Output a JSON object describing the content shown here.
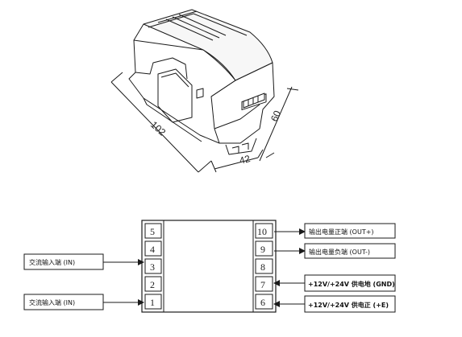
{
  "dimensions": {
    "length": "102",
    "width": "42",
    "height": "60"
  },
  "terminals": {
    "left": [
      "5",
      "4",
      "3",
      "2",
      "1"
    ],
    "right": [
      "10",
      "9",
      "8",
      "7",
      "6"
    ]
  },
  "labels": {
    "input_top": "交流输入端 (IN)",
    "input_bottom": "交流输入端 (IN)",
    "output_pos": "输出电量正端 (OUT+)",
    "output_neg": "输出电量负端 (OUT-)",
    "supply_gnd": "+12V/+24V 供电地 (GND)",
    "supply_pos": "+12V/+24V 供电正 (+E)"
  },
  "colors": {
    "line": "#1a1a1a",
    "background": "#ffffff"
  }
}
